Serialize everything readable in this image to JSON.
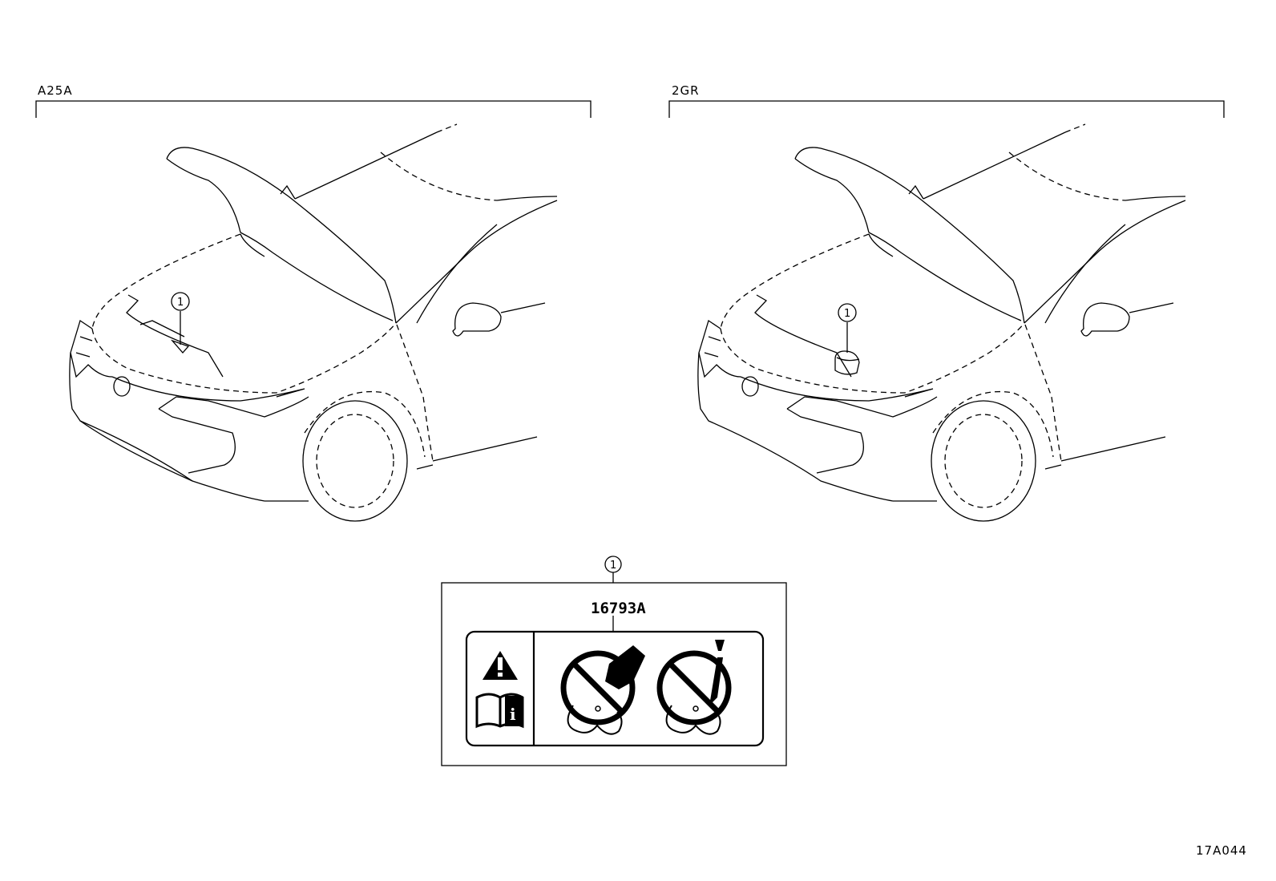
{
  "views": [
    {
      "engine_label": "A25A",
      "callout": "1"
    },
    {
      "engine_label": "2GR",
      "callout": "1"
    }
  ],
  "label_detail": {
    "callout": "1",
    "part_number": "16793A",
    "icons": [
      "warning-triangle-icon",
      "manual-info-icon",
      "no-hand-in-fan-icon",
      "no-tool-in-fan-icon"
    ]
  },
  "figure_id": "17A044"
}
